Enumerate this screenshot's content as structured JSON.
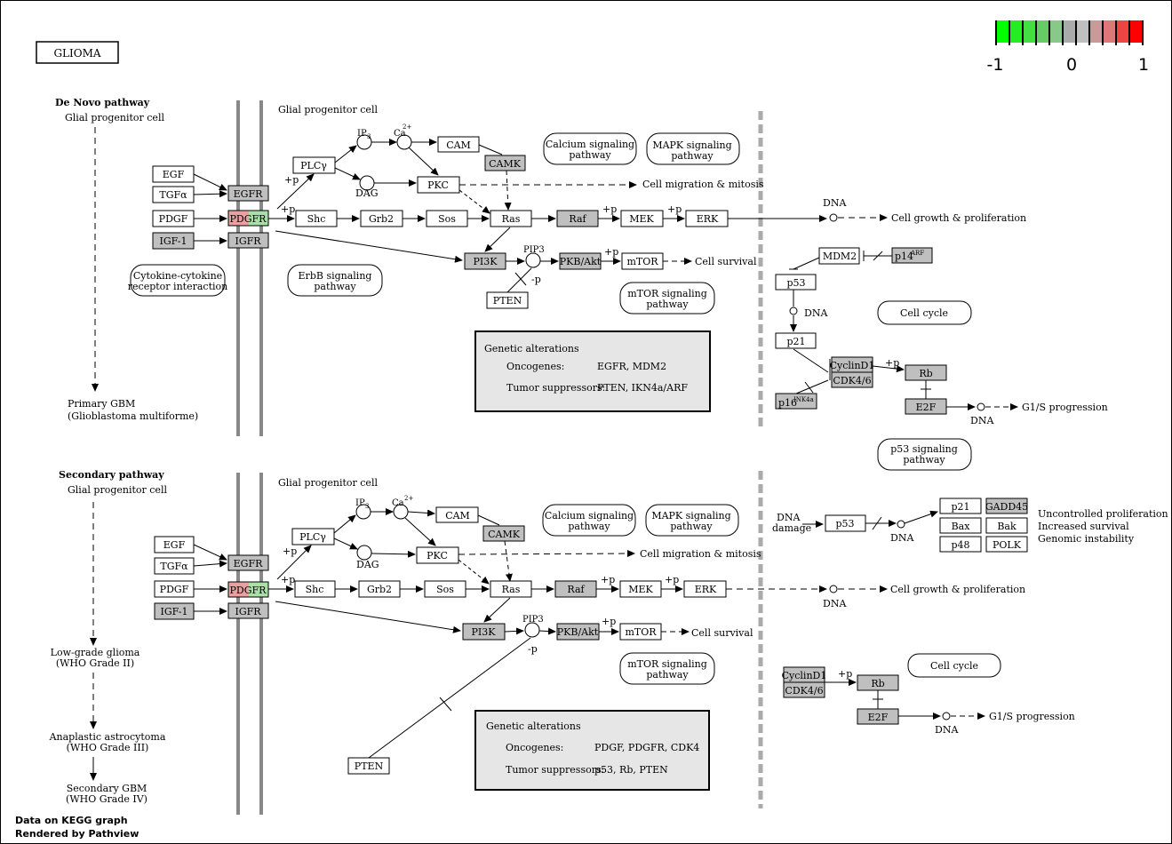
{
  "title": "GLIOMA",
  "legend": {
    "ticks": [
      "-1",
      "0",
      "1"
    ],
    "colors": [
      "#00ff00",
      "#22ee22",
      "#44dd44",
      "#66cc66",
      "#88c888",
      "#aaaaaa",
      "#bfbfbf",
      "#cc9999",
      "#dd7777",
      "#ee4444",
      "#ff0000"
    ]
  },
  "colors": {
    "gene_gray": "#bfbfbf",
    "pdgfr_left": "#e8a0a0",
    "pdgfr_right": "#a8e0a8",
    "box_fill": "#e6e6e6"
  },
  "footer": {
    "line1": "Data on KEGG graph",
    "line2": "Rendered by Pathview"
  },
  "denovo": {
    "heading": "De Novo pathway",
    "start": "Glial progenitor cell",
    "end_line1": "Primary GBM",
    "end_line2": "(Glioblastoma multiforme)",
    "cell_label": "Glial progenitor cell",
    "genetic_title": "Genetic alterations",
    "oncogenes_label": "Oncogenes:",
    "oncogenes": "EGFR, MDM2",
    "suppressors_label": "Tumor suppressors:",
    "suppressors": "PTEN, IKN4a/ARF"
  },
  "secondary": {
    "heading": "Secondary pathway",
    "start": "Glial progenitor cell",
    "stage1_line1": "Low-grade glioma",
    "stage1_line2": "(WHO Grade II)",
    "stage2_line1": "Anaplastic astrocytoma",
    "stage2_line2": "(WHO Grade III)",
    "stage3_line1": "Secondary GBM",
    "stage3_line2": "(WHO Grade IV)",
    "cell_label": "Glial progenitor cell",
    "genetic_title": "Genetic alterations",
    "oncogenes_label": "Oncogenes:",
    "oncogenes": "PDGF, PDGFR, CDK4",
    "suppressors_label": "Tumor suppressors:",
    "suppressors": "p53, Rb, PTEN"
  },
  "genes": {
    "egf": "EGF",
    "tgfa": "TGFα",
    "pdgf": "PDGF",
    "igf1": "IGF-1",
    "egfr": "EGFR",
    "pdgfr": "PDGFR",
    "igfr": "IGFR",
    "plcy": "PLCγ",
    "cam": "CAM",
    "camk": "CAMK",
    "pkc": "PKC",
    "shc": "Shc",
    "grb2": "Grb2",
    "sos": "Sos",
    "ras": "Ras",
    "raf": "Raf",
    "mek": "MEK",
    "erk": "ERK",
    "pi3k": "PI3K",
    "pkb": "PKB/Akt",
    "mtor": "mTOR",
    "pten": "PTEN",
    "mdm2": "MDM2",
    "p14": "p14",
    "p14_sup": "ARF",
    "p53": "p53",
    "p21": "p21",
    "cyclind1": "CyclinD1",
    "cdk46": "CDK4/6",
    "rb": "Rb",
    "e2f": "E2F",
    "p16": "p16",
    "p16_sup": "INK4a",
    "gadd45": "GADD45",
    "bax": "Bax",
    "bak": "Bak",
    "p48": "p48",
    "polk": "POLK"
  },
  "compounds": {
    "ip3": "IP",
    "ip3_sub": "3",
    "ca": "Ca",
    "ca_sup": "2+",
    "dag": "DAG",
    "pip3": "PIP3",
    "dna": "DNA"
  },
  "pathways": {
    "calcium": [
      "Calcium signaling",
      "pathway"
    ],
    "mapk": [
      "MAPK signaling",
      "pathway"
    ],
    "cytokine": [
      "Cytokine-cytokine",
      "receptor interaction"
    ],
    "erbb": [
      "ErbB signaling",
      "pathway"
    ],
    "mtor": [
      "mTOR signaling",
      "pathway"
    ],
    "cellcycle": "Cell cycle",
    "p53": [
      "p53 signaling",
      "pathway"
    ]
  },
  "labels": {
    "plus_p": "+p",
    "minus_p": "-p",
    "migration": "Cell migration & mitosis",
    "growth": "Cell growth & proliferation",
    "survival": "Cell survival",
    "g1s": "G1/S progression",
    "dna_damage_1": "DNA",
    "dna_damage_2": "damage",
    "uncontrolled": "Uncontrolled proliferation",
    "increased_survival": "Increased survival",
    "instability": "Genomic instability"
  }
}
